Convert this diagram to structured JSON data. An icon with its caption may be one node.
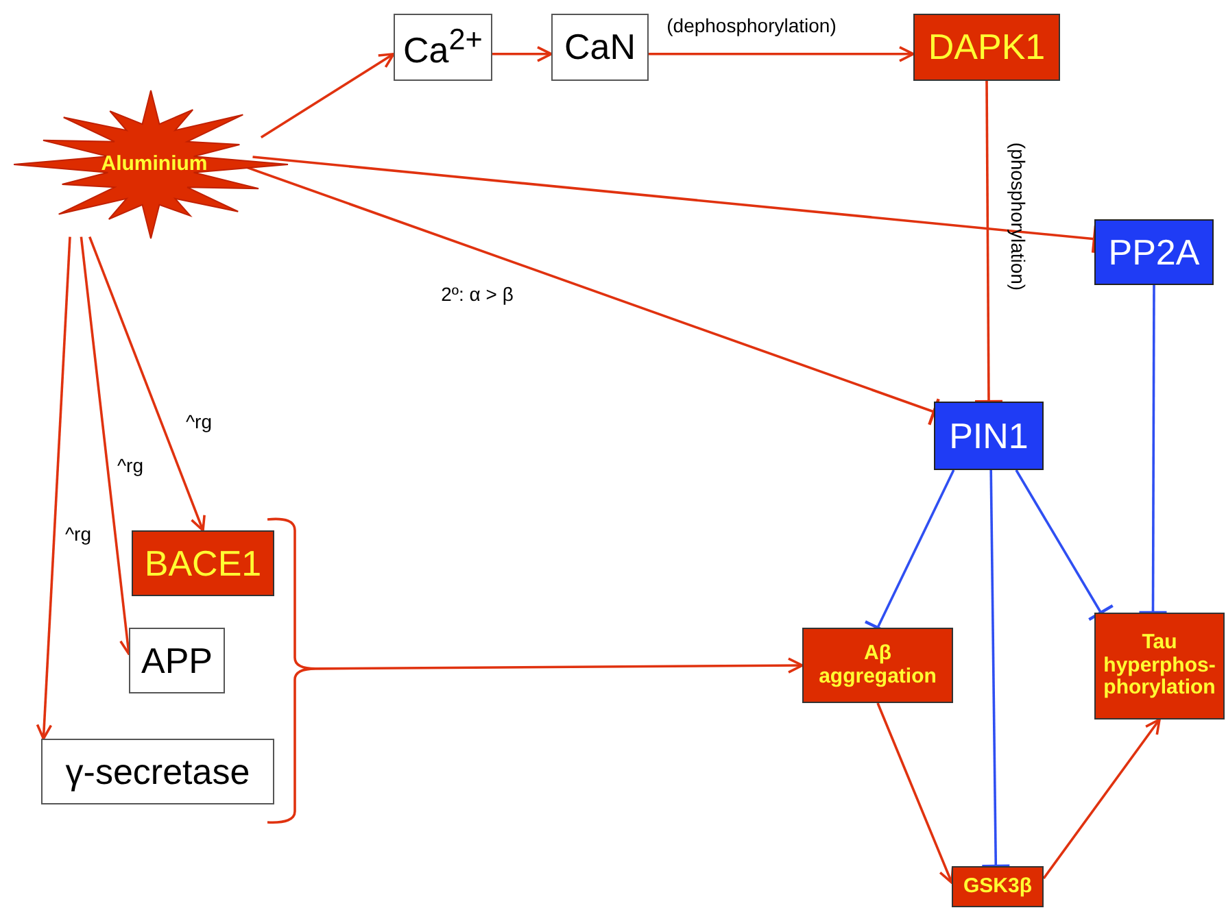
{
  "diagram": {
    "nodes": [
      {
        "text": [
          "Aluminium"
        ]
      },
      {
        "text": [
          "Ca$^{2+}$"
        ]
      },
      {
        "text": [
          "CaN"
        ]
      },
      {
        "text": [
          "DAPK1"
        ]
      },
      {
        "text": [
          "PP2A"
        ]
      },
      {
        "text": [
          "PIN1"
        ]
      },
      {
        "text": [
          "BACE1"
        ]
      },
      {
        "text": [
          "APP"
        ]
      },
      {
        "text": [
          "γ-secretase"
        ]
      },
      {
        "text": [],
        "shape": "bracket"
      },
      {
        "text": [
          "Aβ aggregation"
        ]
      },
      {
        "text": [
          "Tau hyperphos- phorylation"
        ]
      },
      {
        "text": [
          "GSK3β"
        ]
      }
    ],
    "edges": [
      {
        "from": 0,
        "to": 1,
        "arrow": "to"
      },
      {
        "from": 1,
        "to": 2,
        "arrow": "to"
      },
      {
        "from": 2,
        "to": 3,
        "arrow": "to",
        "label": "(dephosphorylation)"
      },
      {
        "from": 3,
        "to": 5,
        "arrow": "other",
        "label": "(phosphorylation)"
      },
      {
        "from": 0,
        "to": 4,
        "arrow": "other"
      },
      {
        "from": 0,
        "to": 5,
        "arrow": "other"
      },
      {
        "from": 0,
        "to": 6,
        "arrow": "to",
        "label": "^rg"
      },
      {
        "from": 0,
        "to": 7,
        "arrow": "to",
        "label": "^rg"
      },
      {
        "from": 0,
        "to": 8,
        "arrow": "to",
        "label": "^rg"
      },
      {
        "from": 9,
        "to": 10,
        "arrow": "to"
      },
      {
        "from": 5,
        "to": 10,
        "arrow": "other",
        "color": "#2f4ff2"
      },
      {
        "from": 5,
        "to": 12,
        "arrow": "other",
        "color": "#2f4ff2"
      },
      {
        "from": 5,
        "to": 11,
        "arrow": "other",
        "color": "#2f4ff2"
      },
      {
        "from": 4,
        "to": 11,
        "arrow": "other",
        "color": "#2f4ff2"
      },
      {
        "from": 10,
        "to": 12,
        "arrow": "to"
      },
      {
        "from": 12,
        "to": 11,
        "arrow": "to"
      }
    ],
    "labels": [
      "2º: α > β"
    ]
  }
}
